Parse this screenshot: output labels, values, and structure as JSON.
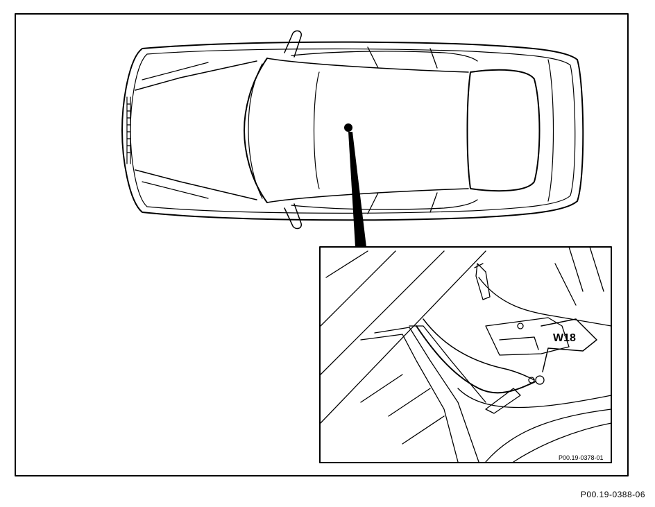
{
  "diagram": {
    "figure_code": "P00.19-0388-06",
    "inset_code": "P00.19-0378-01",
    "callout_label": "W18",
    "subject": "vehicle top view with detail inset of ground point"
  }
}
